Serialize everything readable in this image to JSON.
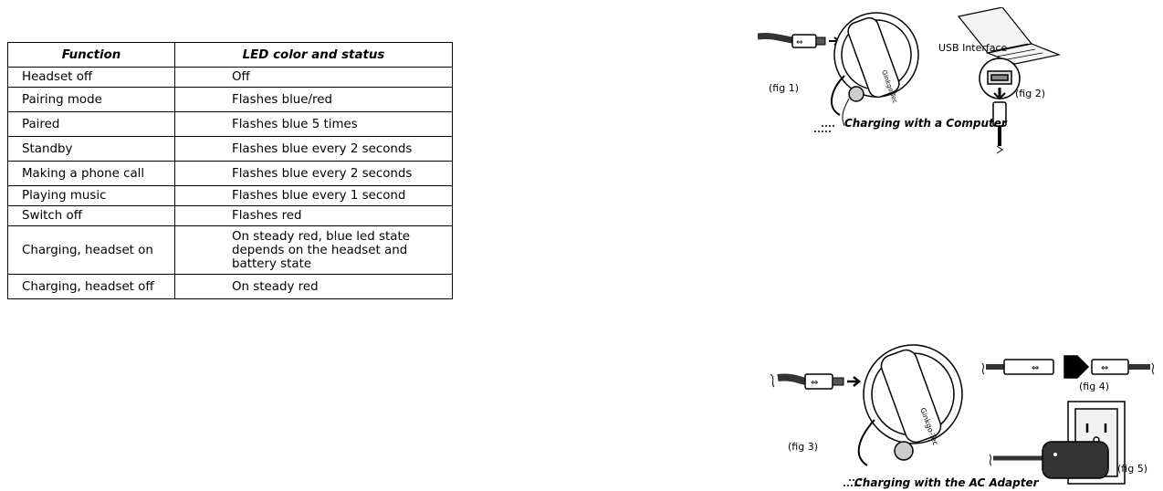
{
  "table": {
    "headers": [
      "Function",
      "LED color and status"
    ],
    "rows": [
      {
        "function": "Headset off",
        "led": "Off"
      },
      {
        "function": "Pairing mode",
        "led": "Flashes blue/red"
      },
      {
        "function": "Paired",
        "led": "Flashes blue 5 times"
      },
      {
        "function": "Standby",
        "led": "Flashes blue every 2 seconds"
      },
      {
        "function": "Making a phone call",
        "led": "Flashes blue every 2 seconds"
      },
      {
        "function": "Playing music",
        "led": "Flashes blue every 1 second"
      },
      {
        "function": "Switch off",
        "led": "Flashes red"
      },
      {
        "function": "Charging, headset on",
        "led": "On steady red, blue led state depends on the headset and battery state"
      },
      {
        "function": "Charging, headset off",
        "led": "On steady red"
      }
    ]
  },
  "figure_computer": {
    "caption": "Charging with a Computer",
    "usb_label": "USB Interface",
    "fig1": "(fig 1)",
    "fig2": "(fig 2)"
  },
  "figure_adapter": {
    "caption": "Charging with the AC Adapter",
    "fig3": "(fig 3)",
    "fig4": "(fig 4)",
    "fig5": "(fig 5)"
  },
  "icons": [
    "headset-icon",
    "laptop-icon",
    "usb-cable-icon",
    "usb-port-icon",
    "wall-outlet-icon",
    "ac-adapter-icon"
  ]
}
